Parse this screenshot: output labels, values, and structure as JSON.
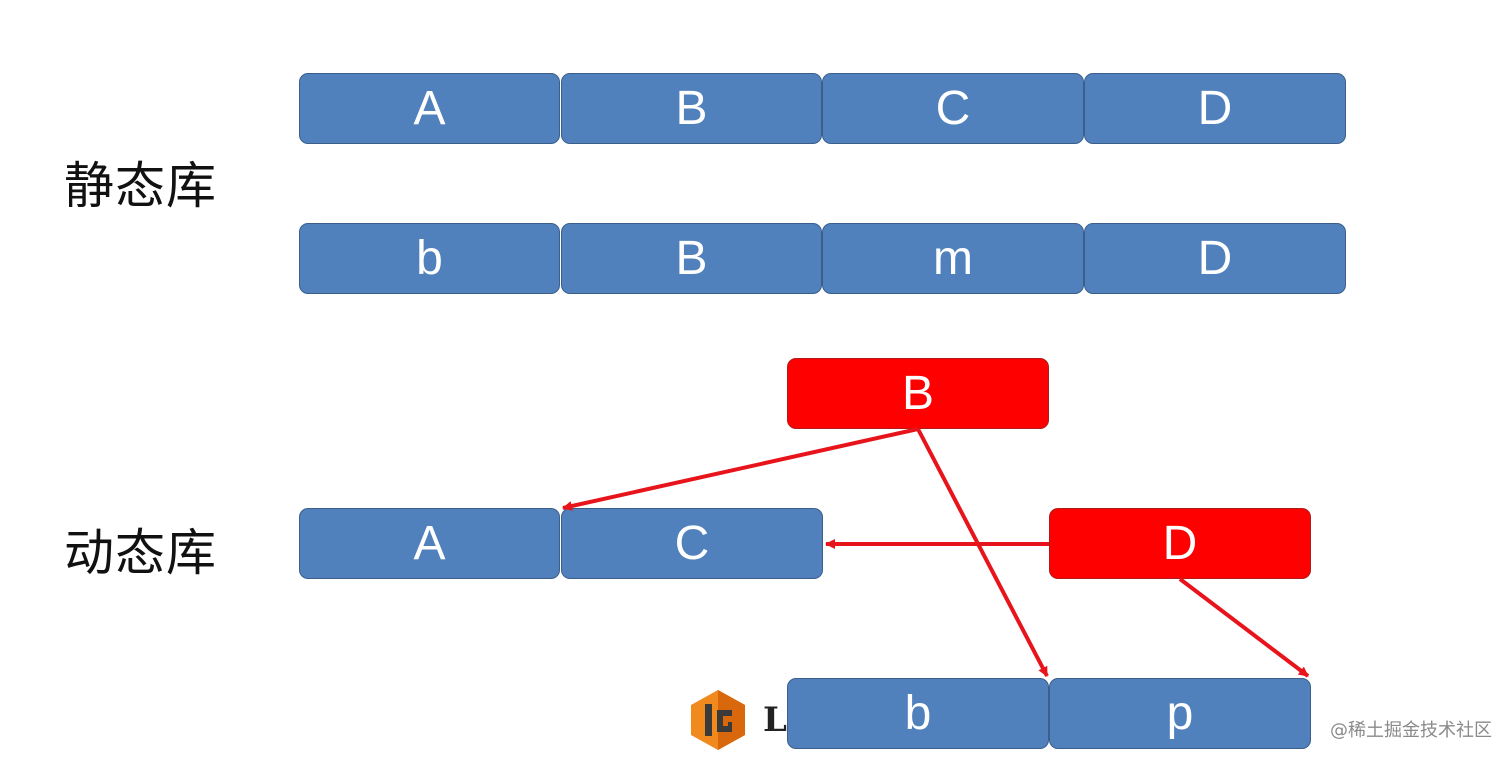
{
  "labels": {
    "static_lib": "静态库",
    "dynamic_lib": "动态库"
  },
  "static_row1": [
    "A",
    "B",
    "C",
    "D"
  ],
  "static_row2": [
    "b",
    "B",
    "m",
    "D"
  ],
  "dynamic": {
    "top_red": "B",
    "main": [
      "A",
      "C"
    ],
    "right_red": "D",
    "bottom": [
      "b",
      "p"
    ]
  },
  "logo_letter": "L",
  "watermark": "@稀土掘金技术社区",
  "colors": {
    "box_blue": "#5081bd",
    "box_red": "#ff0000",
    "arrow": "#e8141b"
  }
}
